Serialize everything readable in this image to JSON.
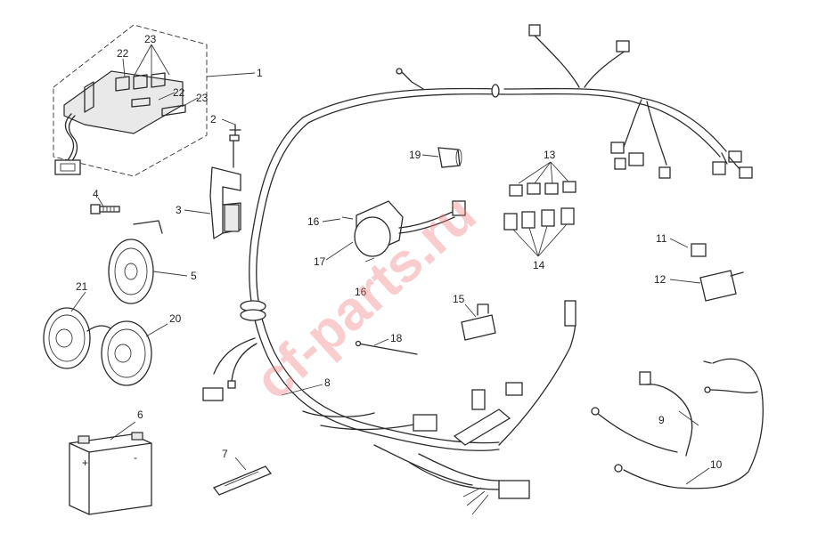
{
  "watermark": "cf-parts.ru",
  "callouts": {
    "c1": "1",
    "c2": "2",
    "c3": "3",
    "c4": "4",
    "c5": "5",
    "c6": "6",
    "c7": "7",
    "c8": "8",
    "c9": "9",
    "c10": "10",
    "c11": "11",
    "c12": "12",
    "c13": "13",
    "c14": "14",
    "c15": "15",
    "c16a": "16",
    "c16b": "16",
    "c17": "17",
    "c18": "18",
    "c19": "19",
    "c20": "20",
    "c21": "21",
    "c22a": "22",
    "c22b": "22",
    "c23a": "23",
    "c23b": "23"
  },
  "battery_marks": {
    "plus": "+",
    "minus": "-"
  }
}
